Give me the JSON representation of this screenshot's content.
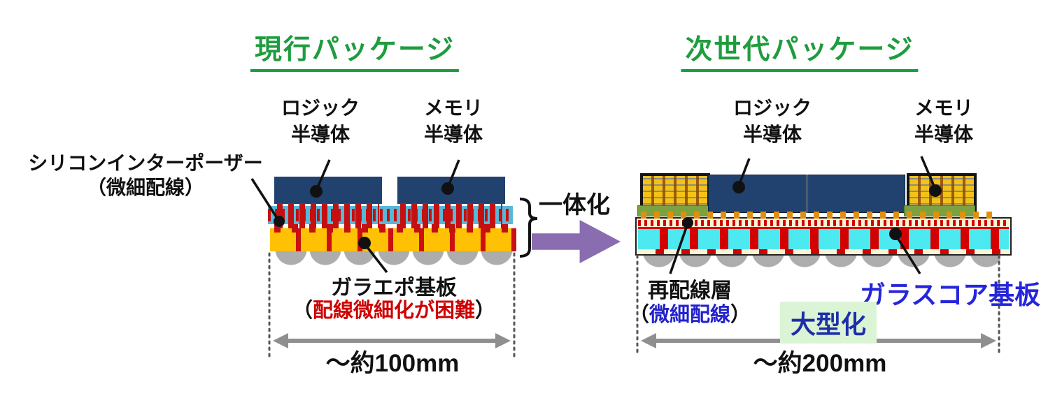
{
  "titles": {
    "left": "現行パッケージ",
    "right": "次世代パッケージ"
  },
  "left_package": {
    "logic_label": [
      "ロジック",
      "半導体"
    ],
    "memory_label": [
      "メモリ",
      "半導体"
    ],
    "interposer_label": "シリコンインターポーザー",
    "interposer_sub": "（微細配線）",
    "substrate_label": "ガラエポ基板",
    "substrate_note_open": "（",
    "substrate_note": "配線微細化が困難",
    "substrate_note_close": "）",
    "dimension": "～約100mm"
  },
  "transition": {
    "label": "一体化"
  },
  "right_package": {
    "logic_label": [
      "ロジック",
      "半導体"
    ],
    "memory_label": [
      "メモリ",
      "半導体"
    ],
    "rdl_label": "再配線層",
    "rdl_sub_open": "（",
    "rdl_sub": "微細配線",
    "rdl_sub_close": "）",
    "core_label": "ガラスコア基板",
    "upsize_label": "大型化",
    "dimension": "～約200mm"
  },
  "colors": {
    "title_green": "#1E9C3E",
    "warning_red": "#CE0000",
    "label_blue": "#2222CC",
    "core_label_blue": "#2525DB",
    "upsize_bg_green": "#DBF4D6",
    "arrow_purple": "#8A6CB0",
    "die_navy": "#21426F",
    "interposer_blue": "#58B8D8",
    "substrate_yellow": "#FFC104",
    "glass_core_cyan": "#4DE9F1",
    "via_red": "#C41010",
    "solder_gray": "#ADADAD"
  }
}
